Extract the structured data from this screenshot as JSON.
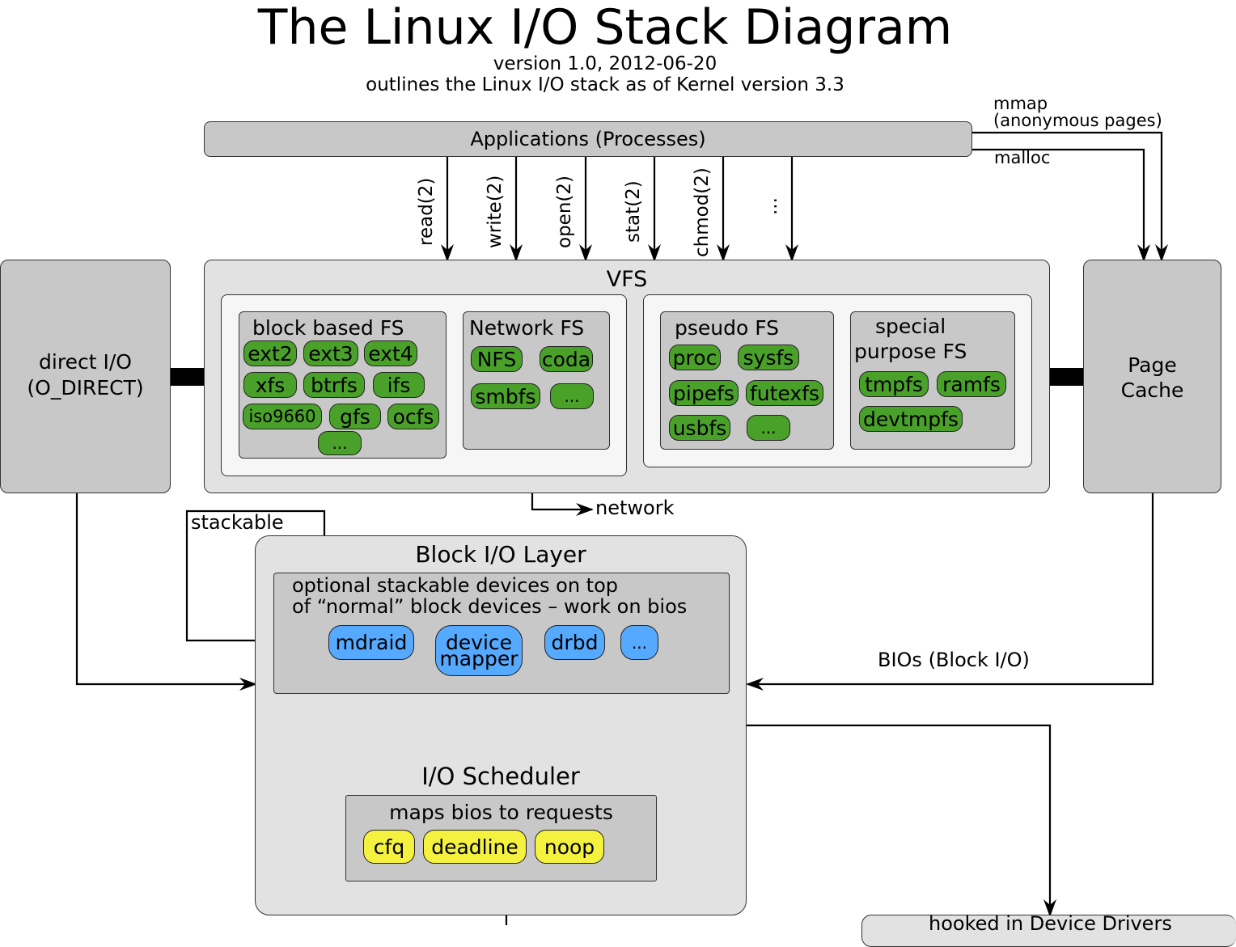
{
  "header": {
    "title": "The Linux I/O Stack Diagram",
    "version": "version 1.0, 2012-06-20",
    "subtitle": "outlines the Linux I/O stack as of Kernel version 3.3"
  },
  "applications": {
    "label": "Applications (Processes)"
  },
  "syscalls": [
    "read(2)",
    "write(2)",
    "open(2)",
    "stat(2)",
    "chmod(2)",
    "..."
  ],
  "memory": {
    "mmap_line1": "mmap",
    "mmap_line2": "(anonymous pages)",
    "malloc": "malloc"
  },
  "vfs": {
    "label": "VFS"
  },
  "block_fs": {
    "label": "block based FS",
    "items": [
      "ext2",
      "ext3",
      "ext4",
      "xfs",
      "btrfs",
      "ifs",
      "iso9660",
      "gfs",
      "ocfs",
      "..."
    ]
  },
  "network_fs": {
    "label": "Network FS",
    "items": [
      "NFS",
      "coda",
      "smbfs",
      "..."
    ]
  },
  "pseudo_fs": {
    "label": "pseudo FS",
    "items": [
      "proc",
      "sysfs",
      "pipefs",
      "futexfs",
      "usbfs",
      "..."
    ]
  },
  "special_fs": {
    "label_line1": "special",
    "label_line2": "purpose FS",
    "items": [
      "tmpfs",
      "ramfs",
      "devtmpfs"
    ]
  },
  "direct_io": {
    "line1": "direct I/O",
    "line2": "(O_DIRECT)"
  },
  "page_cache": {
    "line1": "Page",
    "line2": "Cache"
  },
  "network_label": "network",
  "stackable_label": "stackable",
  "bios_label": "BIOs (Block I/O)",
  "block_layer": {
    "label": "Block I/O Layer",
    "desc_line1": "optional stackable devices on top",
    "desc_line2": "of “normal” block devices – work on bios",
    "devices": [
      "mdraid",
      "device",
      "mapper",
      "drbd",
      "..."
    ]
  },
  "scheduler": {
    "label": "I/O Scheduler",
    "desc": "maps bios to requests",
    "items": [
      "cfq",
      "deadline",
      "noop"
    ]
  },
  "drivers": {
    "label": "hooked in Device Drivers"
  }
}
